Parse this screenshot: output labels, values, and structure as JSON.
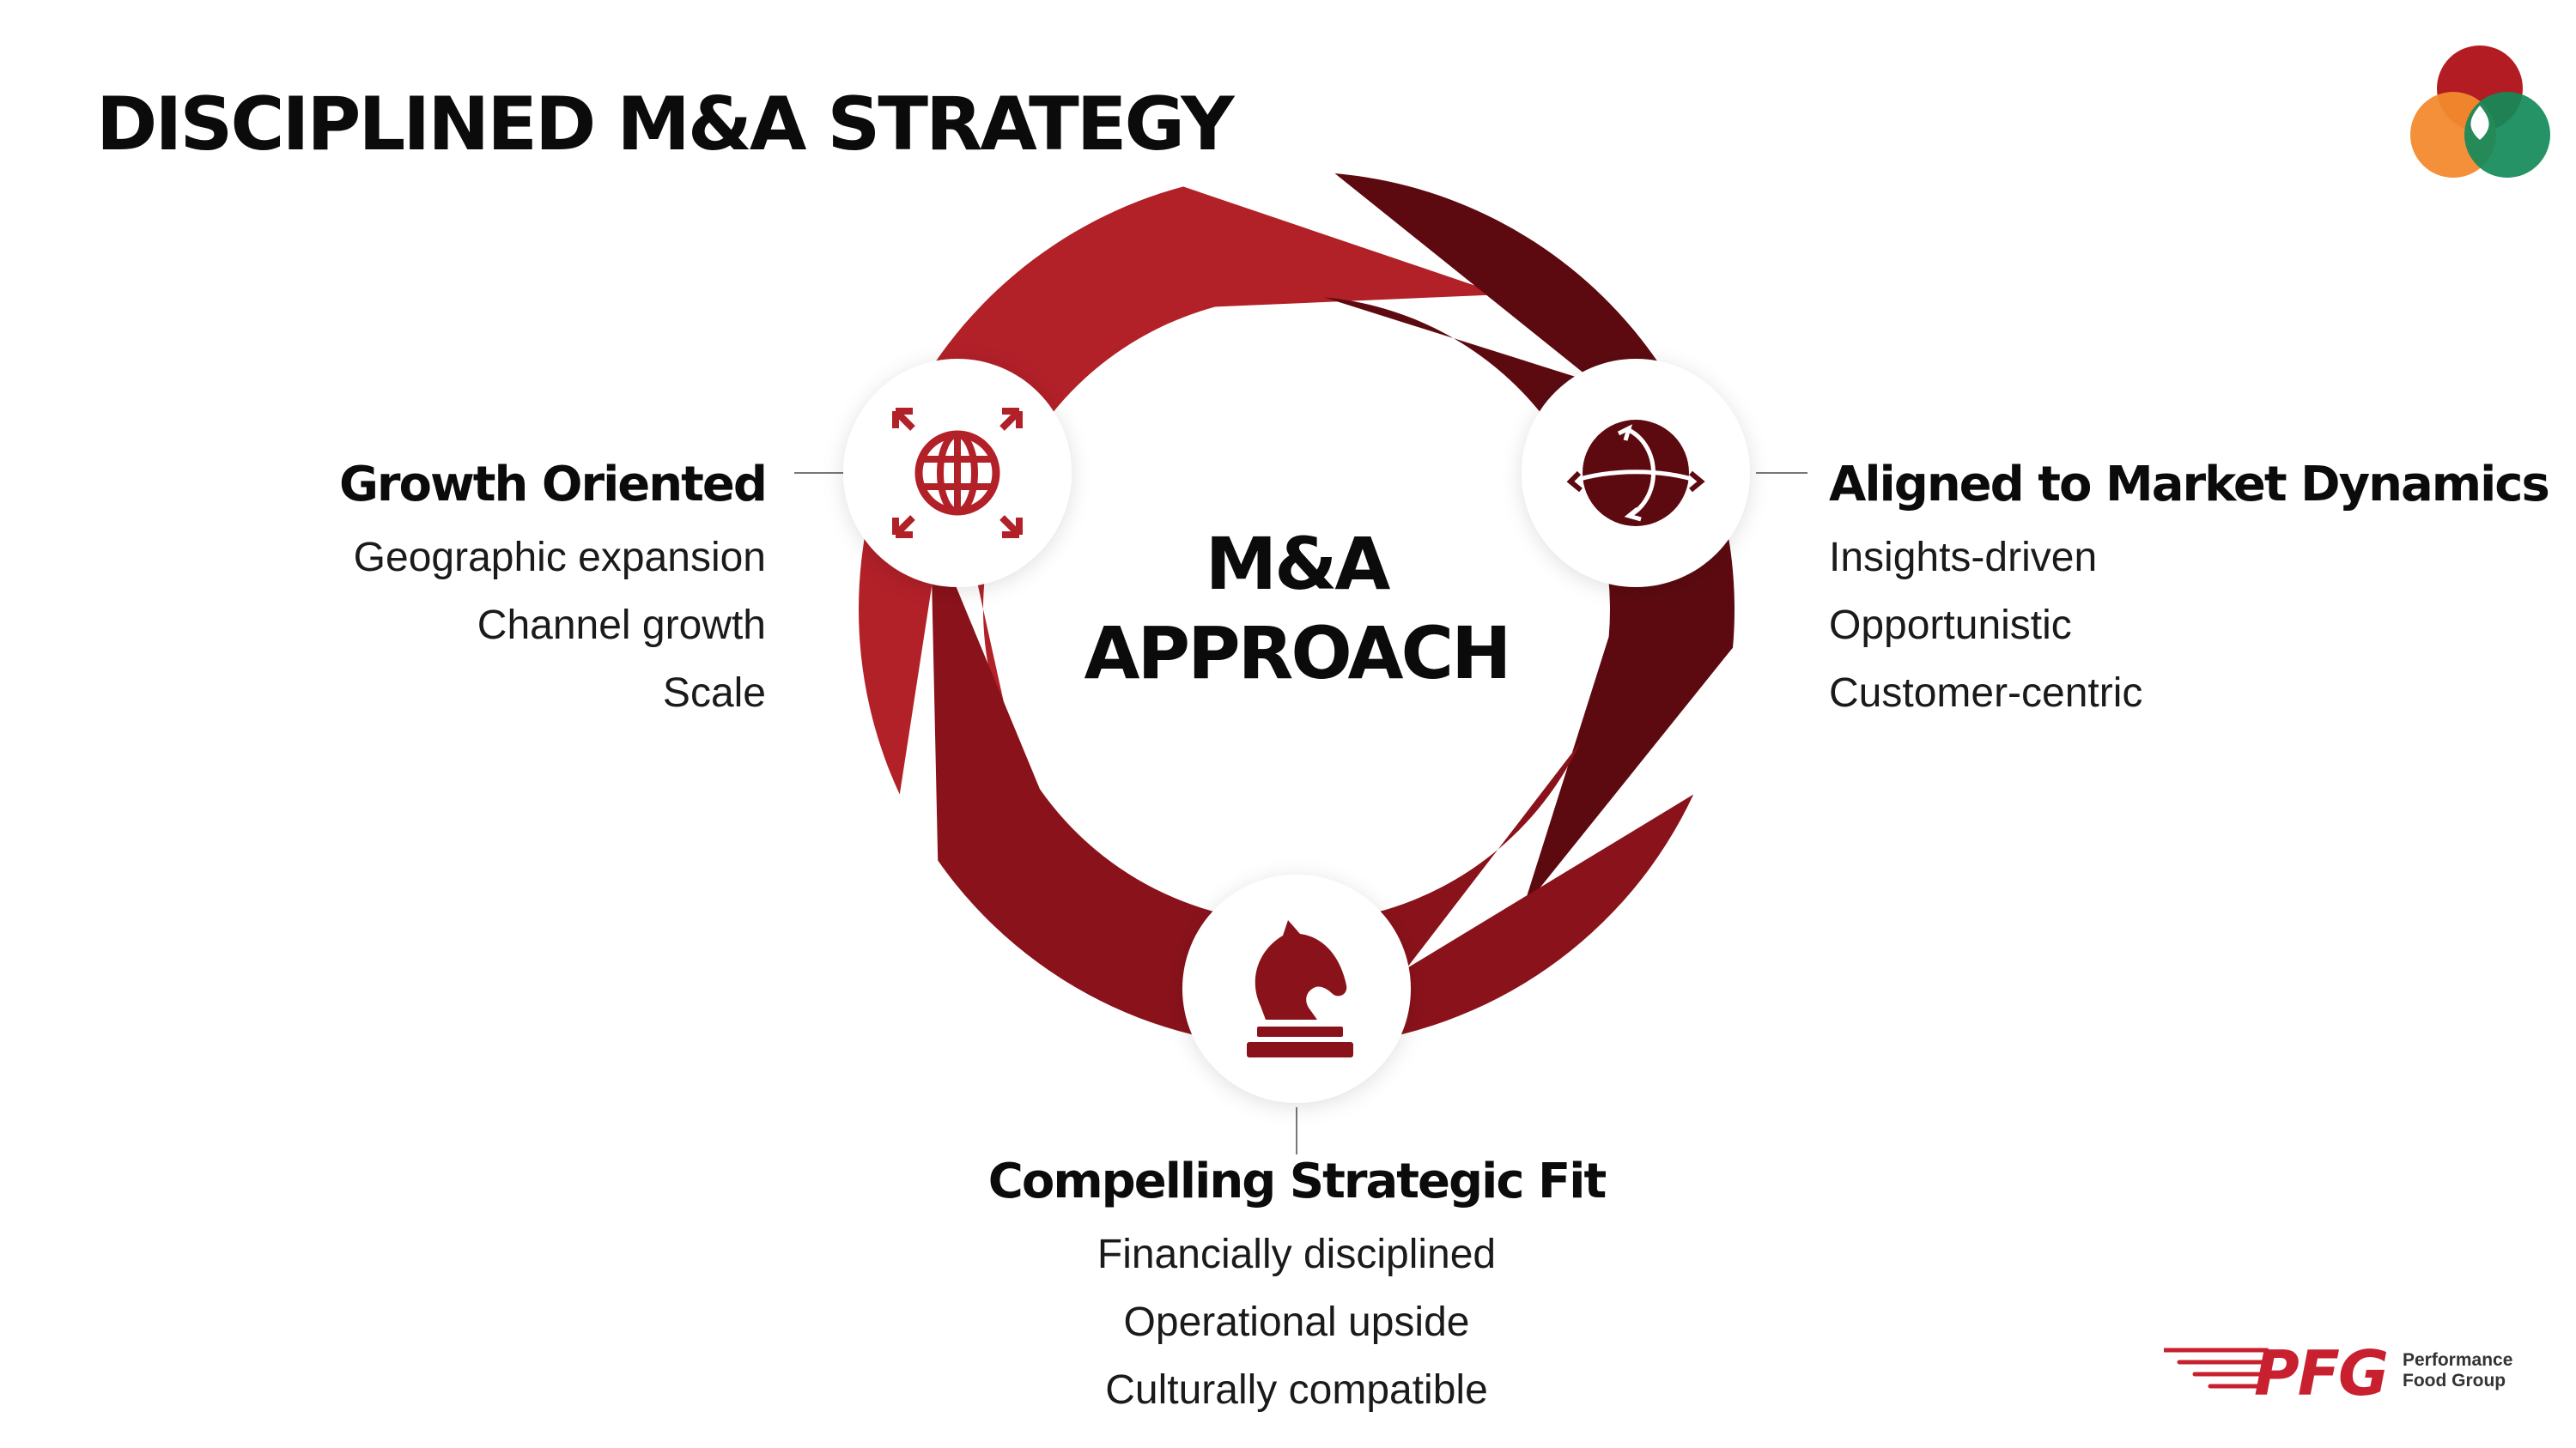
{
  "title": "DISCIPLINED M&A STRATEGY",
  "center": {
    "line1": "M&A",
    "line2": "APPROACH"
  },
  "pillars": [
    {
      "heading": "Growth Oriented",
      "items": [
        "Geographic expansion",
        "Channel growth",
        "Scale"
      ],
      "icon": "globe-arrows-icon"
    },
    {
      "heading": "Aligned to Market Dynamics",
      "items": [
        "Insights-driven",
        "Opportunistic",
        "Customer-centric"
      ],
      "icon": "compass-globe-icon"
    },
    {
      "heading": "Compelling Strategic Fit",
      "items": [
        "Financially disciplined",
        "Operational upside",
        "Culturally compatible"
      ],
      "icon": "chess-knight-icon"
    }
  ],
  "colors": {
    "segment_growth": "#b22028",
    "segment_market": "#5c0a10",
    "segment_fit": "#8a121b",
    "icon_color": "#b22028",
    "brand_red": "#c8202f",
    "venn_red": "#b31c22",
    "venn_orange": "#f28a2e",
    "venn_green": "#138a5a"
  },
  "brand": {
    "pfg_mark": "PFG",
    "pfg_name_line1": "Performance",
    "pfg_name_line2": "Food Group"
  }
}
